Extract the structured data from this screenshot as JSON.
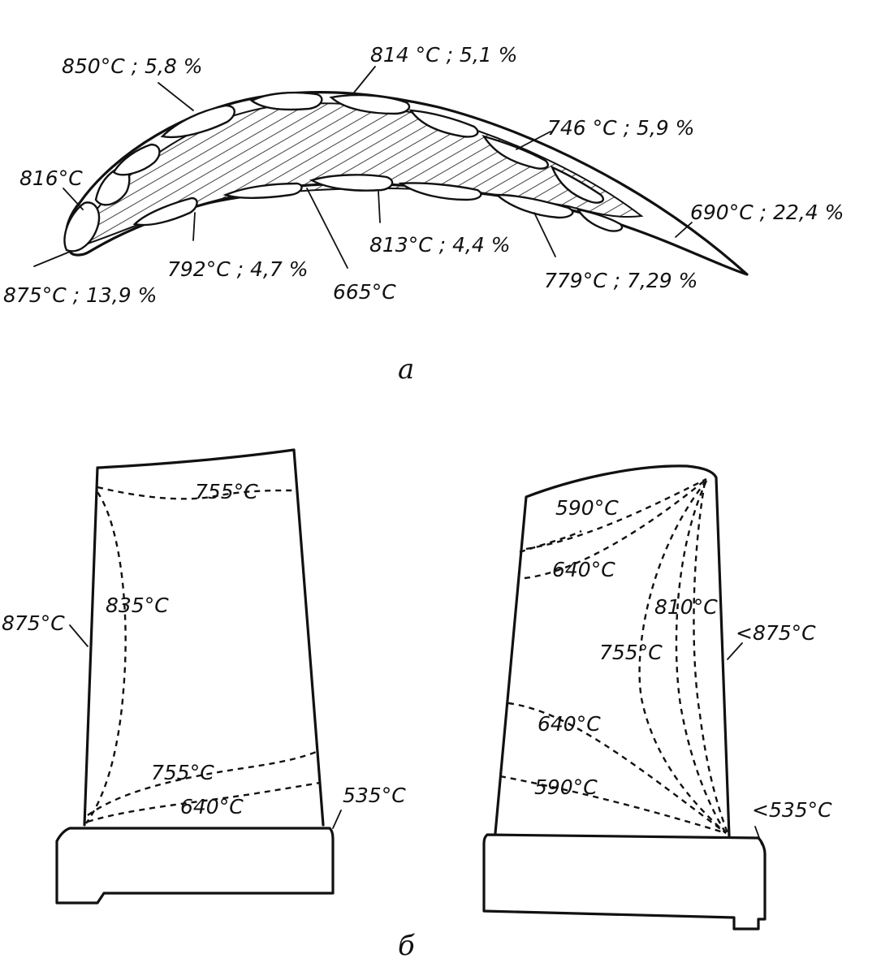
{
  "airfoil": {
    "labels": {
      "l850": "850°C ; 5,8 %",
      "l814": "814 °C ; 5,1 %",
      "l746": "746 °C ; 5,9 %",
      "l816": "816°C",
      "l690": "690°C ; 22,4 %",
      "l875": "875°C ; 13,9 %",
      "l792": "792°C ; 4,7 %",
      "l665": "665°C",
      "l813": "813°C ; 4,4 %",
      "l779": "779°C ; 7,29 %"
    },
    "caption": "а"
  },
  "blade_left": {
    "labels": {
      "top755": "755°C",
      "mid835": "835°C",
      "side875": "875°C",
      "low755": "755°C",
      "low640": "640°C",
      "root535": "535°C"
    }
  },
  "blade_right": {
    "labels": {
      "top590": "590°C",
      "top640": "640°C",
      "mid810": "810°C",
      "mid755": "755°C",
      "side875": "<875°C",
      "low640": "640°C",
      "low590": "590°C",
      "root535": "<535°C"
    }
  },
  "caption_b": "б"
}
